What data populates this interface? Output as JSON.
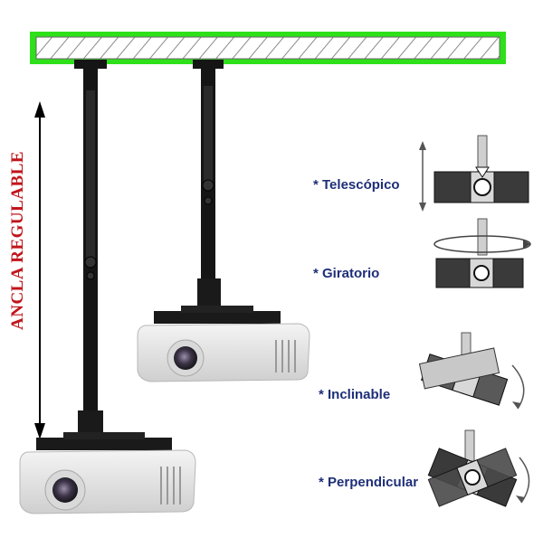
{
  "vertical_label": "ANCLA REGULABLE",
  "features": [
    {
      "label": "* Telescópico",
      "icon": "telescopic-icon"
    },
    {
      "label": "* Giratorio",
      "icon": "swivel-icon"
    },
    {
      "label": "* Inclinable",
      "icon": "tilt-icon"
    },
    {
      "label": "* Perpendicular",
      "icon": "perpendicular-icon"
    }
  ],
  "colors": {
    "ceiling_border": "#2ee01a",
    "label_red": "#c0151b",
    "feature_blue": "#1e2f78",
    "mount_black": "#151515",
    "projector_white": "#e6e6e6"
  }
}
